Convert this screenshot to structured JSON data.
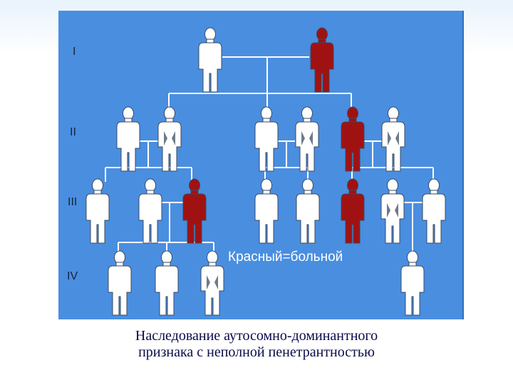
{
  "generations": [
    "I",
    "II",
    "III",
    "IV"
  ],
  "legend": "Красный=больной",
  "caption": {
    "line1": "Наследование аутосомно-доминантного",
    "line2": "признака  с неполной пенетрантностью"
  },
  "colors": {
    "panel": "#4a8ee0",
    "healthy": "#ffffff",
    "affected": "#a01212",
    "figure_outline": "#3a4a60"
  },
  "individuals": [
    {
      "id": "I-1",
      "sex": "male",
      "status": "healthy"
    },
    {
      "id": "I-2",
      "sex": "male",
      "status": "affected"
    },
    {
      "id": "II-1",
      "sex": "male",
      "status": "healthy"
    },
    {
      "id": "II-2",
      "sex": "female",
      "status": "healthy"
    },
    {
      "id": "II-3",
      "sex": "male",
      "status": "healthy"
    },
    {
      "id": "II-4",
      "sex": "female",
      "status": "healthy"
    },
    {
      "id": "II-5",
      "sex": "male",
      "status": "affected"
    },
    {
      "id": "II-6",
      "sex": "female",
      "status": "healthy"
    },
    {
      "id": "III-1",
      "sex": "male",
      "status": "healthy"
    },
    {
      "id": "III-2",
      "sex": "male",
      "status": "healthy"
    },
    {
      "id": "III-3",
      "sex": "male",
      "status": "affected"
    },
    {
      "id": "III-4",
      "sex": "male",
      "status": "healthy"
    },
    {
      "id": "III-5",
      "sex": "male",
      "status": "healthy"
    },
    {
      "id": "III-6",
      "sex": "male",
      "status": "affected"
    },
    {
      "id": "III-7",
      "sex": "female",
      "status": "healthy"
    },
    {
      "id": "III-8",
      "sex": "male",
      "status": "healthy"
    },
    {
      "id": "IV-1",
      "sex": "male",
      "status": "healthy"
    },
    {
      "id": "IV-2",
      "sex": "male",
      "status": "healthy"
    },
    {
      "id": "IV-3",
      "sex": "female",
      "status": "healthy"
    },
    {
      "id": "IV-4",
      "sex": "male",
      "status": "healthy"
    }
  ]
}
